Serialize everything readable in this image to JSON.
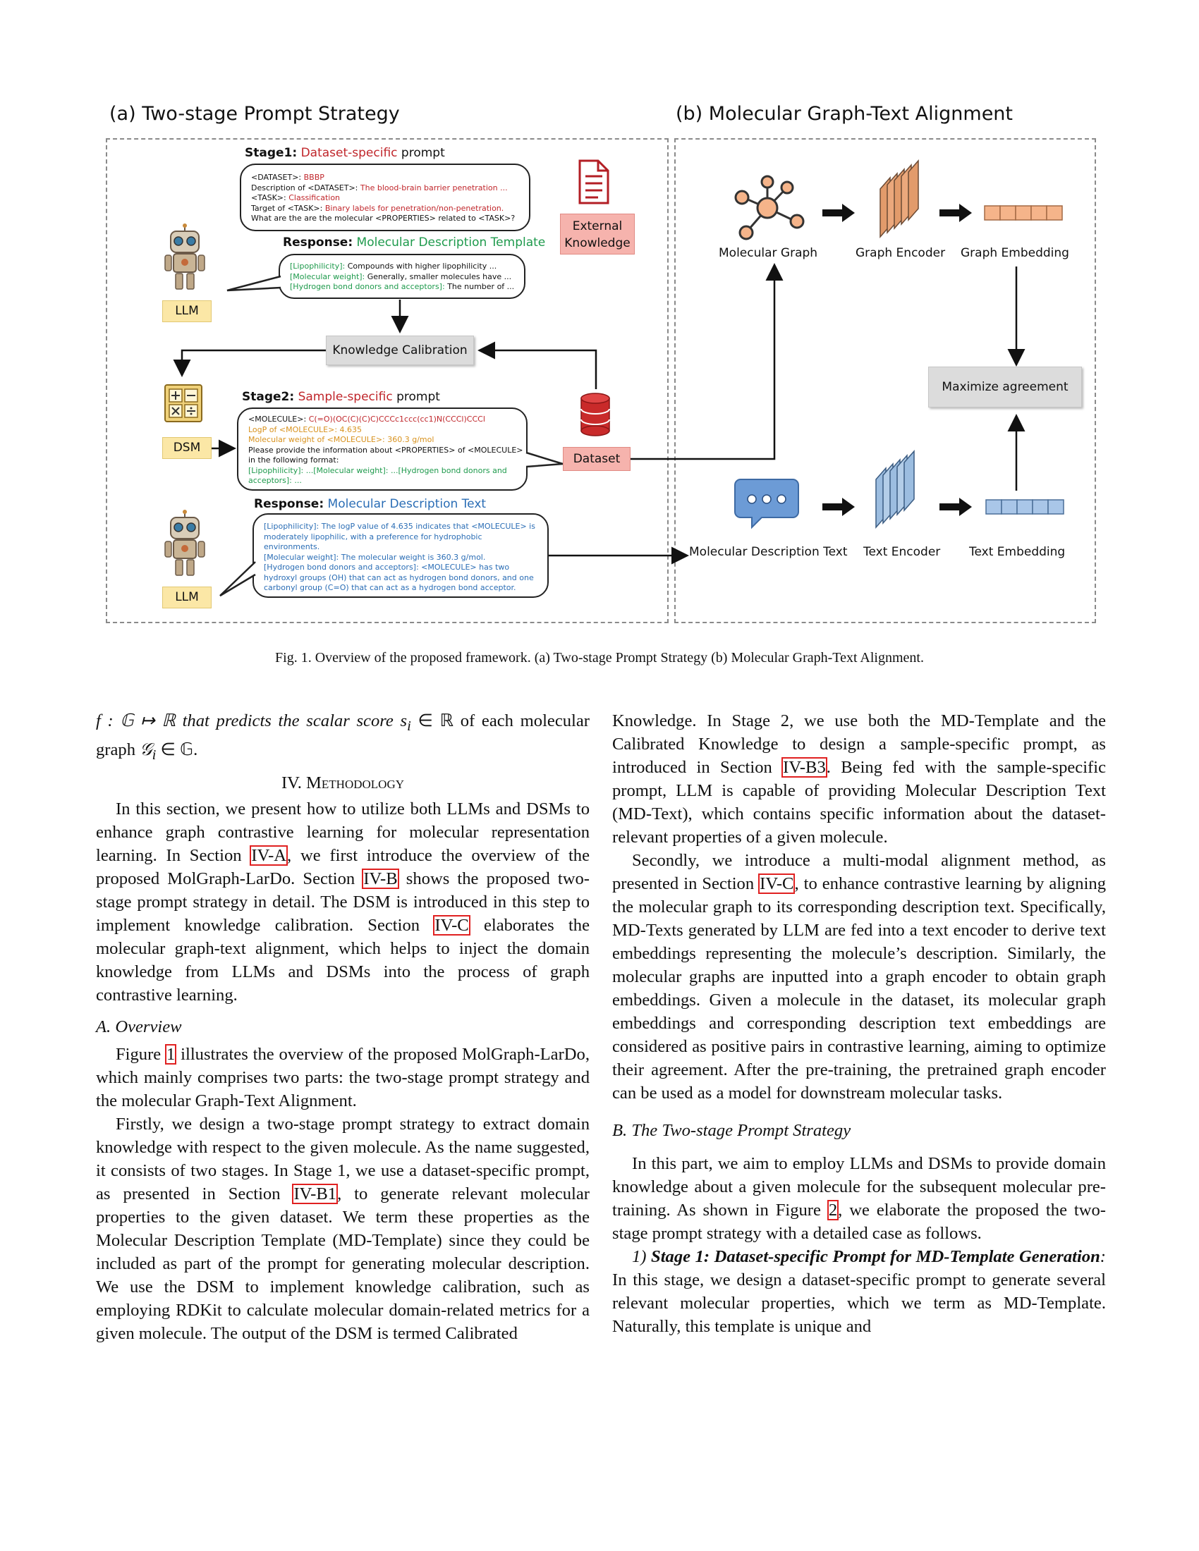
{
  "figure": {
    "panel_a_title": "(a) Two-stage Prompt Strategy",
    "panel_b_title": "(b) Molecular Graph-Text Alignment",
    "stage1": {
      "label": "Stage1:",
      "highlight": "Dataset-specific",
      "rest": " prompt",
      "lines": [
        {
          "a": "<DATASET>: ",
          "b": "BBBP"
        },
        {
          "a": "Description of <DATASET>: ",
          "b": "The blood-brain barrier penetration ..."
        },
        {
          "a": "<TASK>: ",
          "b": "Classification"
        },
        {
          "a": "Target of <TASK>: ",
          "b": "Binary labels for penetration/non-penetration."
        },
        {
          "a": "What are the are the molecular <PROPERTIES> related to <TASK>?",
          "b": ""
        }
      ]
    },
    "response1": {
      "label": "Response:",
      "highlight": "Molecular Description Template",
      "lines": [
        {
          "a": "[Lipophilicity]: ",
          "b": "Compounds with higher lipophilicity ..."
        },
        {
          "a": "[Molecular weight]: ",
          "b": "Generally, smaller molecules have ..."
        },
        {
          "a": "[Hydrogen bond donors and acceptors]: ",
          "b": "The number of ..."
        }
      ]
    },
    "external_knowledge": "External Knowledge",
    "knowledge_calibration": "Knowledge Calibration",
    "llm_label_1": "LLM",
    "dsm_label": "DSM",
    "llm_label_2": "LLM",
    "dataset_label": "Dataset",
    "stage2": {
      "label": "Stage2:",
      "highlight": "Sample-specific",
      "rest": " prompt",
      "l1a": "<MOLECULE>: ",
      "l1b": "C(=O)(OC(C)(C)C)CCCc1ccc(cc1)N(CCCl)CCCl",
      "l2": "LogP of <MOLECULE>: 4.635",
      "l3": "Molecular weight of <MOLECULE>: 360.3 g/mol",
      "l4": "Please provide the information about <PROPERTIES> of <MOLECULE>",
      "l5": "in the following format:",
      "l6": "[Lipophilicity]: ...[Molecular weight]: ...[Hydrogen bond donors and",
      "l7": "acceptors]: ..."
    },
    "response2": {
      "label": "Response:",
      "highlight": "Molecular Description Text",
      "lines": [
        "[Lipophilicity]: The logP value of 4.635 indicates that <MOLECULE> is",
        "moderately lipophilic, with a preference for hydrophobic",
        "environments.",
        "[Molecular weight]: The molecular weight is 360.3 g/mol.",
        "[Hydrogen bond donors and acceptors]: <MOLECULE> has two",
        "hydroxyl groups (OH) that can act as hydrogen bond donors, and one",
        "carbonyl group (C=O) that can act as a hydrogen bond acceptor."
      ]
    },
    "molecular_graph": "Molecular Graph",
    "graph_encoder": "Graph Encoder",
    "graph_embedding": "Graph Embedding",
    "maximize_agreement": "Maximize agreement",
    "molecular_description_text": "Molecular Description Text",
    "text_encoder": "Text Encoder",
    "text_embedding": "Text Embedding",
    "caption": "Fig. 1.  Overview of the proposed framework. (a) Two-stage Prompt Strategy (b) Molecular Graph-Text Alignment."
  },
  "left_column": {
    "intro_a": "f : 𝔾 ↦ ℝ that predicts the scalar score ",
    "intro_b": "s",
    "intro_c": "i",
    "intro_d": " ∈ ℝ of each molecular graph ",
    "intro_e": "𝒢",
    "intro_f": "i",
    "intro_g": " ∈ 𝔾.",
    "section_num": "IV. ",
    "section_title": "Methodology",
    "p1_a": "In this section, we present how to utilize both LLMs and DSMs to enhance graph contrastive learning for molecular representation learning. In Section ",
    "p1_ref1": "IV-A",
    "p1_b": ", we first introduce the overview of the proposed MolGraph-LarDo. Section ",
    "p1_ref2": "IV-B",
    "p1_c": " shows the proposed two-stage prompt strategy in detail. The DSM is introduced in this step to implement knowledge calibration. Section ",
    "p1_ref3": "IV-C",
    "p1_d": " elaborates the molecular graph-text alignment, which helps to inject the domain knowledge from LLMs and DSMs into the process of graph contrastive learning.",
    "subsec_a": "A.  Overview",
    "p2_a": "Figure ",
    "p2_ref": "1",
    "p2_b": " illustrates the overview of the proposed MolGraph-LarDo, which mainly comprises two parts: the two-stage prompt strategy and the molecular Graph-Text Alignment.",
    "p3_a": "Firstly, we design a two-stage prompt strategy to extract domain knowledge with respect to the given molecule. As the name suggested, it consists of two stages. In Stage 1, we use a dataset-specific prompt, as presented in Section ",
    "p3_ref": "IV-B1",
    "p3_b": ", to generate relevant molecular properties to the given dataset. We term these properties as the Molecular Description Template (MD-Template) since they could be included as part of the prompt for generating molecular description. We use the DSM to implement knowledge calibration, such as employing RDKit to calculate molecular domain-related metrics for a given molecule. The output of the DSM is termed Calibrated"
  },
  "right_column": {
    "p1_a": "Knowledge. In Stage 2, we use both the MD-Template and the Calibrated Knowledge to design a sample-specific prompt, as introduced in Section ",
    "p1_ref": "IV-B3",
    "p1_b": ". Being fed with the sample-specific prompt, LLM is capable of providing Molecular Description Text (MD-Text), which contains specific information about the dataset-relevant properties of a given molecule.",
    "p2_a": "Secondly, we introduce a multi-modal alignment method, as presented in Section ",
    "p2_ref": "IV-C",
    "p2_b": ", to enhance contrastive learning by aligning the molecular graph to its corresponding description text. Specifically, MD-Texts generated by LLM are fed into a text encoder to derive text embeddings representing the molecule’s description. Similarly, the molecular graphs are inputted into a graph encoder to obtain graph embeddings. Given a molecule in the dataset, its molecular graph embeddings and corresponding description text embeddings are considered as positive pairs in contrastive learning, aiming to optimize their agreement. After the pre-training, the pretrained graph encoder can be used as a model for downstream molecular tasks.",
    "subsec_b": "B.  The Two-stage Prompt Strategy",
    "p3_a": "In this part, we aim to employ LLMs and DSMs to provide domain knowledge about a given molecule for the subsequent molecular pre-training. As shown in Figure ",
    "p3_ref": "2",
    "p3_b": ", we elaborate the proposed the two-stage prompt strategy with a detailed case as follows.",
    "p4_num": "1)",
    "p4_title": " Stage 1: Dataset-specific Prompt for MD-Template Generation",
    "p4_colon": ":",
    "p4_b": " In this stage, we design a dataset-specific prompt to generate several relevant molecular properties, which we term as MD-Template. Naturally, this template is unique and"
  }
}
